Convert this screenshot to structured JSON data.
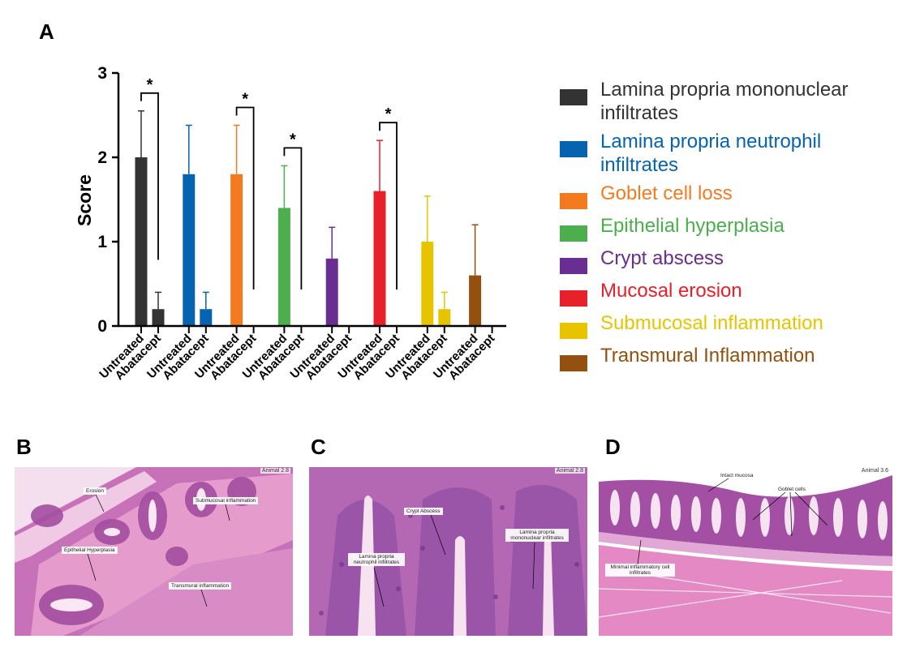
{
  "panels": {
    "a": "A",
    "b": "B",
    "c": "C",
    "d": "D"
  },
  "chart_data": {
    "type": "bar",
    "ylabel": "Score",
    "xlabel": "",
    "ylim": [
      0,
      3
    ],
    "yticks": [
      "0",
      "1",
      "2",
      "3"
    ],
    "groups": [
      "Untreated",
      "Abatacept"
    ],
    "grid": false,
    "legend_position": "right",
    "series": [
      {
        "name": "Lamina propria mononuclear infiltrates",
        "color": "#333333",
        "values": [
          2.0,
          0.2
        ],
        "errors": [
          0.55,
          0.2
        ],
        "significance": "*"
      },
      {
        "name": "Lamina propria neutrophil infiltrates",
        "color": "#0563b0",
        "values": [
          1.8,
          0.2
        ],
        "errors": [
          0.58,
          0.2
        ],
        "significance": ""
      },
      {
        "name": "Goblet cell loss",
        "color": "#f47a20",
        "values": [
          1.8,
          0.0
        ],
        "errors": [
          0.58,
          0.0
        ],
        "significance": "*"
      },
      {
        "name": "Epithelial hyperplasia",
        "color": "#4cae4c",
        "values": [
          1.4,
          0.0
        ],
        "errors": [
          0.5,
          0.0
        ],
        "significance": "*"
      },
      {
        "name": "Crypt abscess",
        "color": "#6a2d91",
        "values": [
          0.8,
          0.0
        ],
        "errors": [
          0.37,
          0.0
        ],
        "significance": ""
      },
      {
        "name": "Mucosal erosion",
        "color": "#e8202a",
        "values": [
          1.6,
          0.0
        ],
        "errors": [
          0.6,
          0.0
        ],
        "significance": "*"
      },
      {
        "name": "Submucosal inflammation",
        "color": "#e8c400",
        "values": [
          1.0,
          0.2
        ],
        "errors": [
          0.54,
          0.2
        ],
        "significance": ""
      },
      {
        "name": "Transmural Inflammation",
        "color": "#93500f",
        "values": [
          0.6,
          0.0
        ],
        "errors": [
          0.6,
          0.0
        ],
        "significance": ""
      }
    ]
  },
  "panel_b": {
    "tag": "Animal 2.8",
    "annotations": [
      "Erosion",
      "Submucosal inflammation",
      "Epithelial Hyperplasia",
      "Transmural inflammation"
    ]
  },
  "panel_c": {
    "tag": "Animal 2.8",
    "annotations": [
      "Crypt Abscess",
      "Lamina propria mononuclear infiltrates",
      "Lamina propria neutrophil infiltrates"
    ]
  },
  "panel_d": {
    "tag": "Animal 3.6",
    "annotations": [
      "Intact mucosa",
      "Goblet cells",
      "Minimal inflammatory cell infiltrates"
    ]
  }
}
